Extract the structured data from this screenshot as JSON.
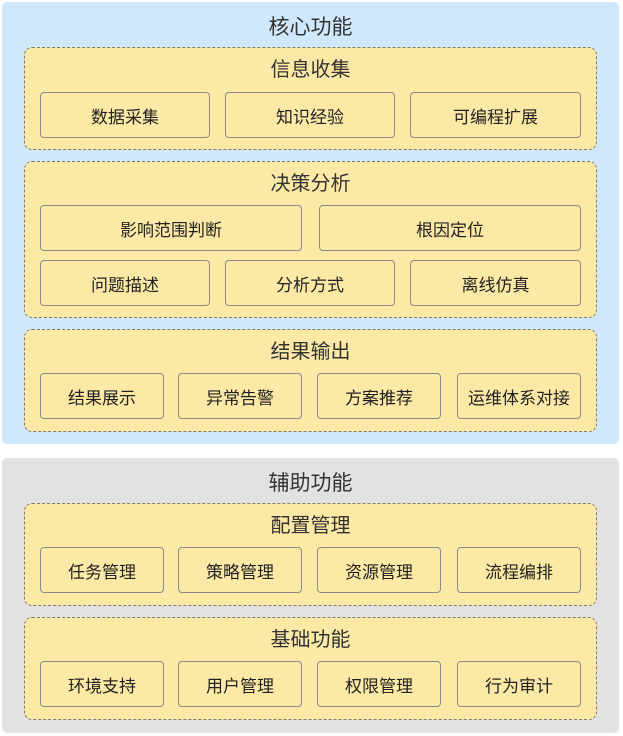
{
  "core": {
    "title": "核心功能",
    "info_collection": {
      "title": "信息收集",
      "items": [
        "数据采集",
        "知识经验",
        "可编程扩展"
      ]
    },
    "decision_analysis": {
      "title": "决策分析",
      "items": [
        "影响范围判断",
        "根因定位",
        "问题描述",
        "分析方式",
        "离线仿真"
      ]
    },
    "result_output": {
      "title": "结果输出",
      "items": [
        "结果展示",
        "异常告警",
        "方案推荐",
        "运维体系对接"
      ]
    }
  },
  "aux": {
    "title": "辅助功能",
    "config_management": {
      "title": "配置管理",
      "items": [
        "任务管理",
        "策略管理",
        "资源管理",
        "流程编排"
      ]
    },
    "basic_functions": {
      "title": "基础功能",
      "items": [
        "环境支持",
        "用户管理",
        "权限管理",
        "行为审计"
      ]
    }
  }
}
